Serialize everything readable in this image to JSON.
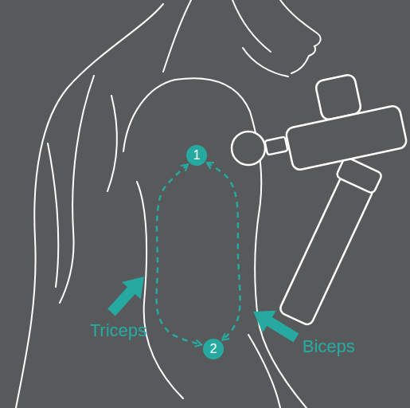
{
  "diagram": {
    "nodes": [
      {
        "text": [
          "1"
        ]
      },
      {
        "text": [
          "2"
        ]
      }
    ],
    "edges": [
      {
        "from": 0,
        "to": 1,
        "arrow": "both"
      },
      {
        "from": 0,
        "to": 1,
        "arrow": "both"
      }
    ],
    "labels": [
      "Triceps",
      "Biceps"
    ]
  }
}
